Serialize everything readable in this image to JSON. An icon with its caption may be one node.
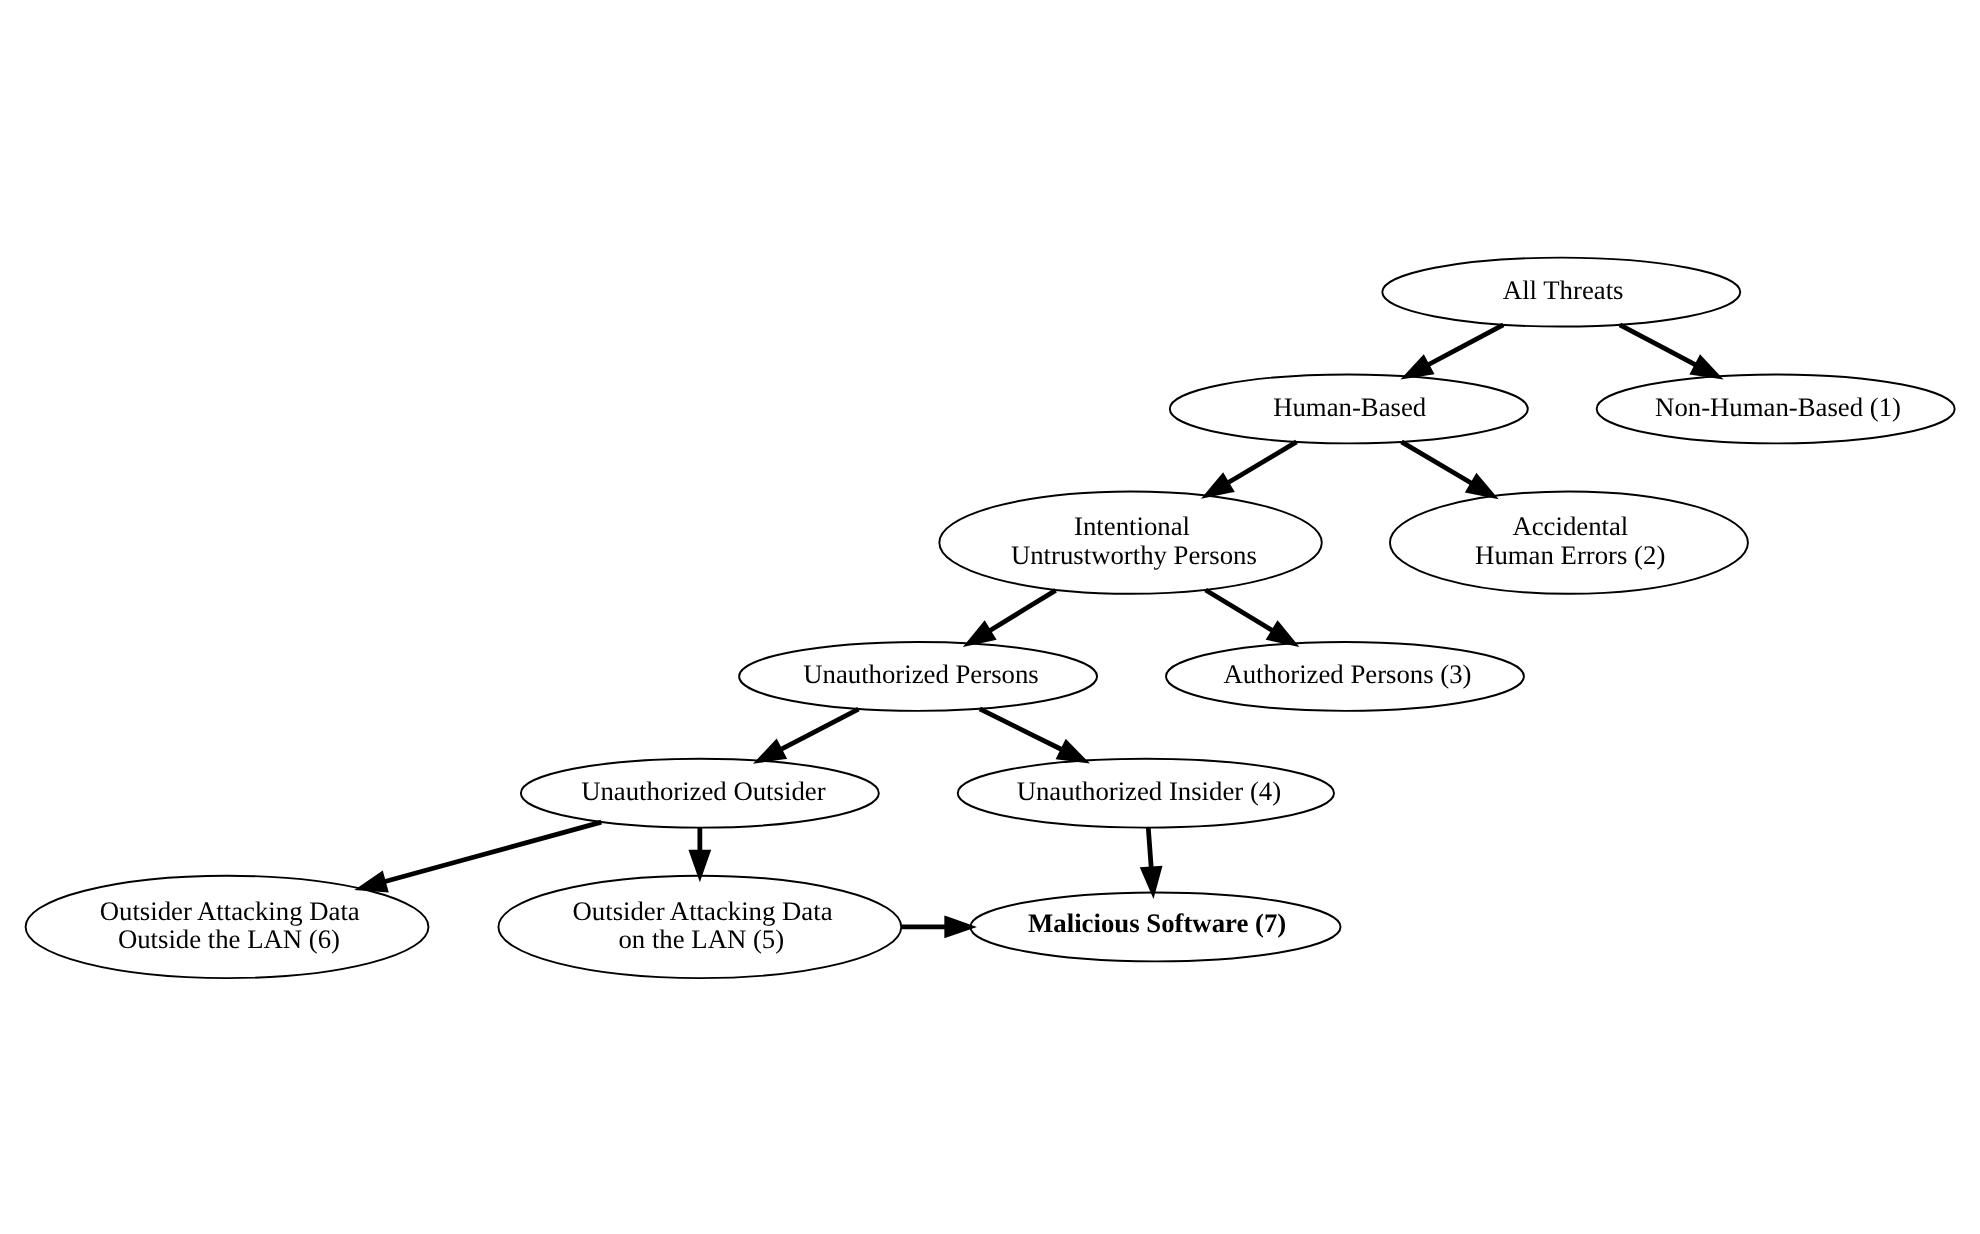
{
  "diagram": {
    "nodes": [
      {
        "text": [
          "All Threats"
        ]
      },
      {
        "text": [
          "Human-Based"
        ]
      },
      {
        "text": [
          "Non-Human-Based (1)"
        ]
      },
      {
        "text": [
          "Intentional Untrustworthy Persons"
        ]
      },
      {
        "text": [
          "Accidental Human Errors (2)"
        ]
      },
      {
        "text": [
          "Unauthorized Persons"
        ]
      },
      {
        "text": [
          "Authorized Persons (3)"
        ]
      },
      {
        "text": [
          "Unauthorized Outsider"
        ]
      },
      {
        "text": [
          "Unauthorized Insider (4)"
        ]
      },
      {
        "text": [
          "Outsider Attacking Data Outside the LAN (6)"
        ]
      },
      {
        "text": [
          "Outsider Attacking Data on the LAN (5)"
        ]
      },
      {
        "text": [
          "Malicious Software (7)"
        ]
      }
    ],
    "edges": [
      {
        "from": 0,
        "to": 1,
        "arrow": "to"
      },
      {
        "from": 0,
        "to": 2,
        "arrow": "to"
      },
      {
        "from": 1,
        "to": 3,
        "arrow": "to"
      },
      {
        "from": 1,
        "to": 4,
        "arrow": "to"
      },
      {
        "from": 3,
        "to": 5,
        "arrow": "to"
      },
      {
        "from": 3,
        "to": 6,
        "arrow": "to"
      },
      {
        "from": 5,
        "to": 7,
        "arrow": "to"
      },
      {
        "from": 5,
        "to": 8,
        "arrow": "to"
      },
      {
        "from": 7,
        "to": 9,
        "arrow": "to"
      },
      {
        "from": 7,
        "to": 10,
        "arrow": "to"
      },
      {
        "from": 8,
        "to": 11,
        "arrow": "to"
      },
      {
        "from": 10,
        "to": 11,
        "arrow": "to"
      }
    ]
  }
}
